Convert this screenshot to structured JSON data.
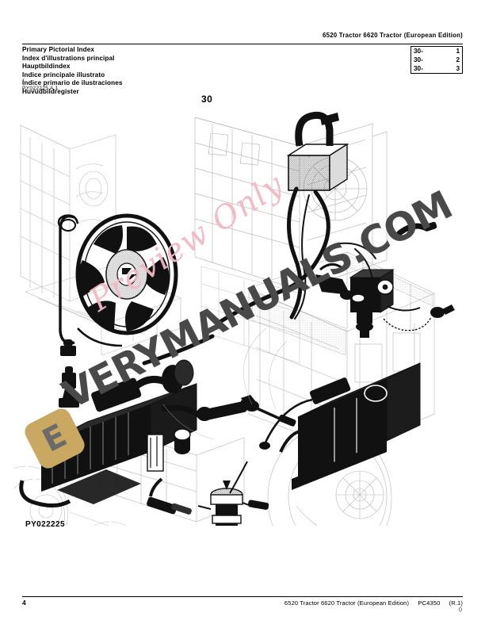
{
  "document": {
    "header_edition": "6520 Tractor 6620 Tractor (European Edition)",
    "figure_code": "PY022225 A.1"
  },
  "index_titles": [
    {
      "lang": "english",
      "text": "Primary Pictorial Index"
    },
    {
      "lang": "french",
      "text": "Index d'illustrations principal"
    },
    {
      "lang": "german",
      "text": "Hauptbildindex"
    },
    {
      "lang": "italian",
      "text": "Indice principale illustrato"
    },
    {
      "lang": "spanish",
      "text": "Índice primario de ilustraciones"
    },
    {
      "lang": "swedish",
      "text": "Huvudbildregister"
    }
  ],
  "page_ref_table": {
    "rows": [
      {
        "section": "30-",
        "page": "1"
      },
      {
        "section": "30-",
        "page": "2"
      },
      {
        "section": "30-",
        "page": "3"
      }
    ]
  },
  "illustration": {
    "figure_number": "30",
    "figure_id": "PY022225",
    "description": "Exploded pictorial index view of tractor engine compartment: cooling fan, radiator, air cleaner, fuel filter, hydraulic pump, battery box, wiring harness and cab outline"
  },
  "watermarks": {
    "preview": "Preview Only",
    "site": "VERYMANUALS.COM",
    "logo_glyph": "E",
    "preview_color": "#f3b8c2",
    "site_color": "#494949",
    "logo_color": "#c9a961"
  },
  "footer": {
    "page_number": "4",
    "title": "6520 Tractor 6620 Tractor (European Edition)",
    "catalog": "PC4350",
    "revision": "(R.1)",
    "tiny": "()"
  }
}
